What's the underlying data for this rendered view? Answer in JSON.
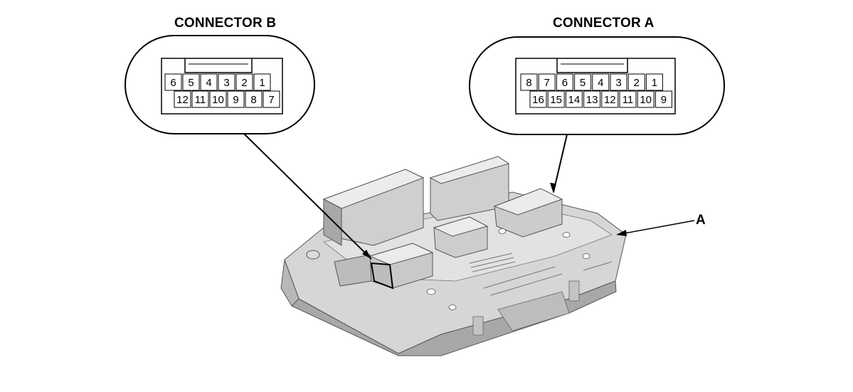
{
  "labels": {
    "connector_b_title": "CONNECTOR B",
    "connector_a_title": "CONNECTOR A",
    "part_label": "A"
  },
  "connector_b": {
    "top_row": [
      "6",
      "5",
      "4",
      "3",
      "2",
      "1"
    ],
    "bottom_row": [
      "12",
      "11",
      "10",
      "9",
      "8",
      "7"
    ]
  },
  "connector_a": {
    "top_row": [
      "8",
      "7",
      "6",
      "5",
      "4",
      "3",
      "2",
      "1"
    ],
    "bottom_row": [
      "16",
      "15",
      "14",
      "13",
      "12",
      "11",
      "10",
      "9"
    ]
  },
  "colors": {
    "line": "#000000",
    "body_fill": "#d6d6d6",
    "body_shadow": "#a8a8a8",
    "body_light": "#ececec"
  }
}
